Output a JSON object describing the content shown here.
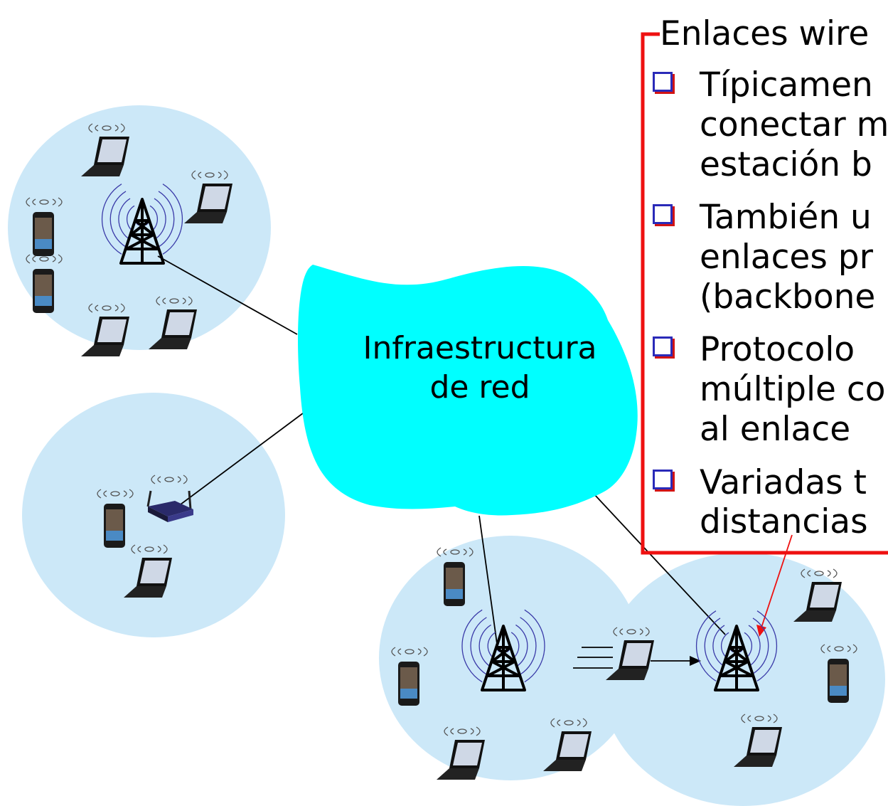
{
  "cloud": {
    "line1": "Infraestructura",
    "line2": "de red",
    "fill": "#00ffff"
  },
  "panel": {
    "title": "Enlaces wire",
    "border_color": "#ee1111",
    "bullets": [
      {
        "lines": [
          "Típicamen",
          "conectar m",
          "estación b"
        ]
      },
      {
        "lines": [
          "También u",
          "enlaces pr",
          "(backbone"
        ]
      },
      {
        "lines": [
          "Protocolo",
          "múltiple co",
          "al enlace"
        ]
      },
      {
        "lines": [
          "Variadas t",
          "distancias"
        ]
      }
    ]
  },
  "colors": {
    "cell_fill": "#cce8f8",
    "bullet_fill": "#2a2ab8",
    "signal_wave": "#3a3aa8"
  },
  "icons": {
    "cell": "wireless-cell-region",
    "tower": "base-station-tower-icon",
    "laptop": "laptop-icon",
    "phone": "smartphone-icon",
    "router": "wireless-router-icon",
    "signal": "wireless-signal-icon"
  }
}
